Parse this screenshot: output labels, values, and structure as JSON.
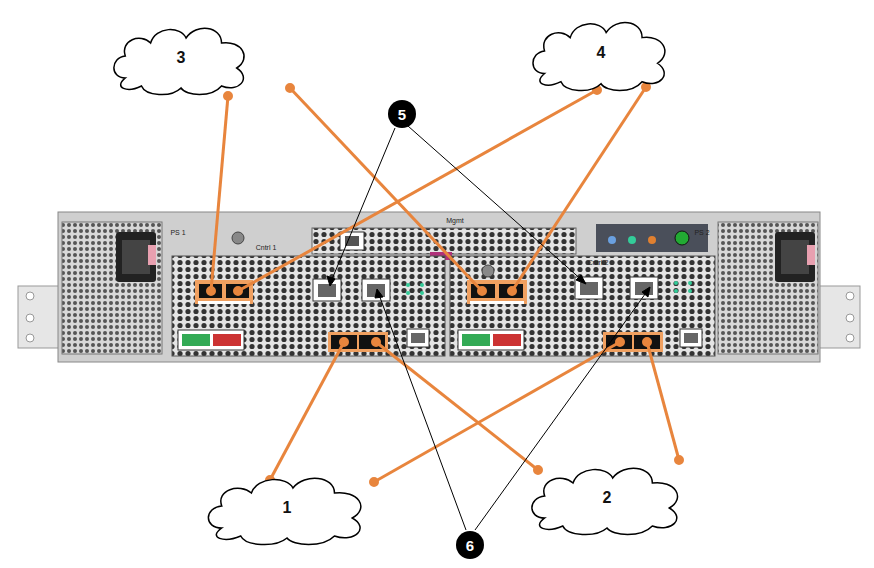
{
  "diagram": {
    "nodes": [
      {
        "text": [
          "3"
        ]
      },
      {
        "text": [
          "4"
        ]
      },
      {
        "text": [
          "1"
        ]
      },
      {
        "text": [
          "2"
        ]
      }
    ],
    "labels": [
      "5",
      "6",
      "Mgmt",
      "Cntrl 1",
      "Cntrl 2",
      "PS 1",
      "PS 2"
    ]
  }
}
